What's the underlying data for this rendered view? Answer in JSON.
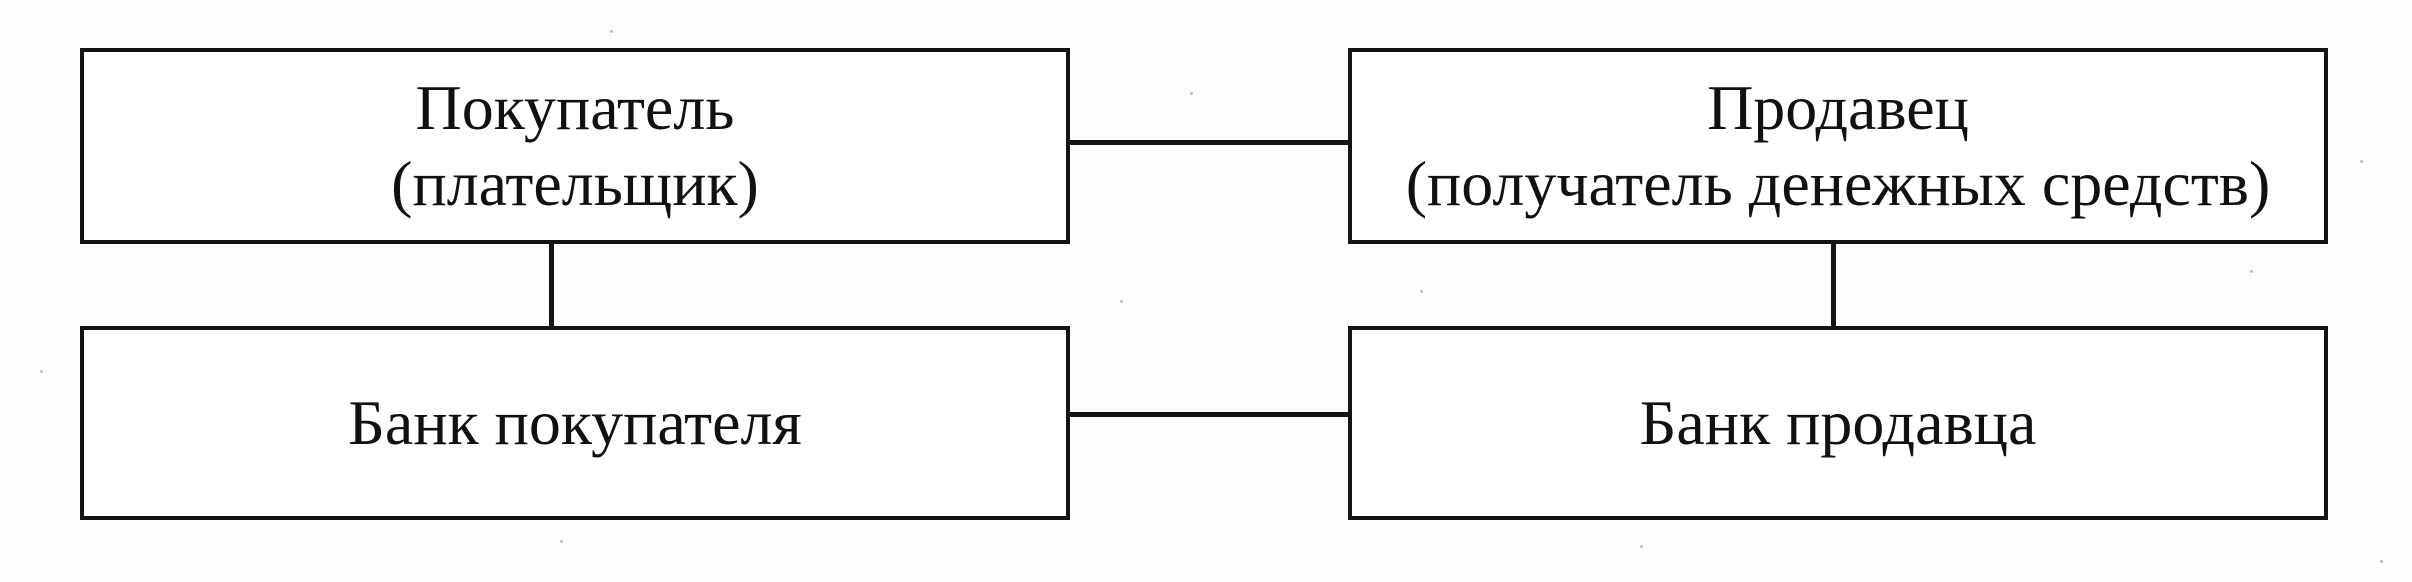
{
  "nodes": {
    "buyer": {
      "line1": "Покупатель",
      "line2": "(плательщик)"
    },
    "seller": {
      "line1": "Продавец",
      "line2": "(получатель денежных средств)"
    },
    "buyer_bank": {
      "label": "Банк покупателя"
    },
    "seller_bank": {
      "label": "Банк продавца"
    }
  },
  "edges": [
    {
      "from": "buyer",
      "to": "seller"
    },
    {
      "from": "buyer",
      "to": "buyer_bank"
    },
    {
      "from": "seller",
      "to": "seller_bank"
    },
    {
      "from": "buyer_bank",
      "to": "seller_bank"
    }
  ]
}
